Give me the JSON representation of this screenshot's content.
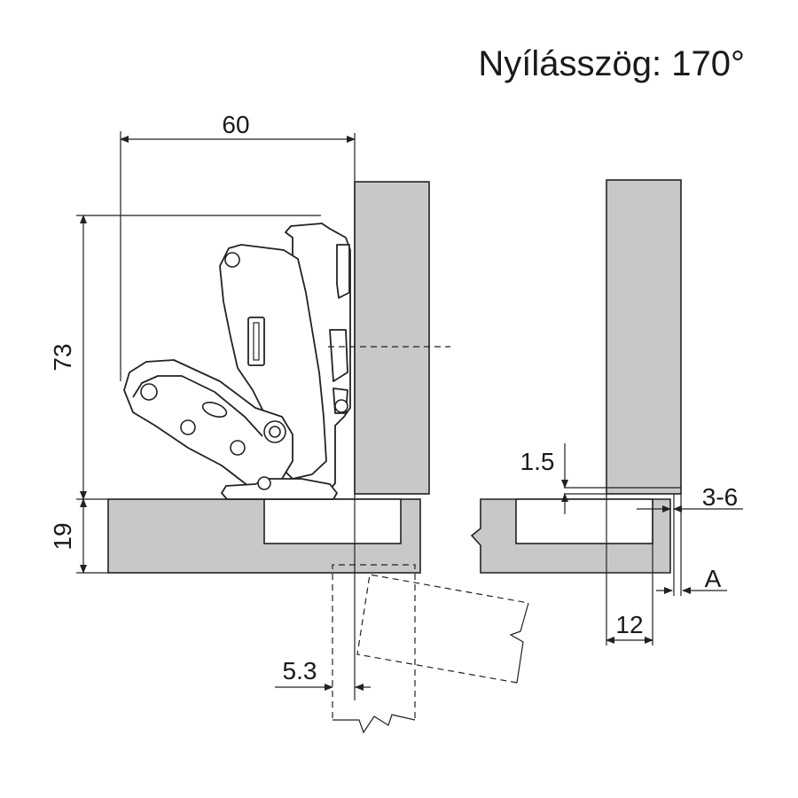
{
  "title": "Nyílásszög: 170°",
  "dimensions": {
    "width_top": "60",
    "height_hinge": "73",
    "thickness": "19",
    "offset_bottom": "5.3",
    "gap_small": "1.5",
    "overlay": "3-6",
    "cup_distance": "12",
    "reveal": "A"
  }
}
